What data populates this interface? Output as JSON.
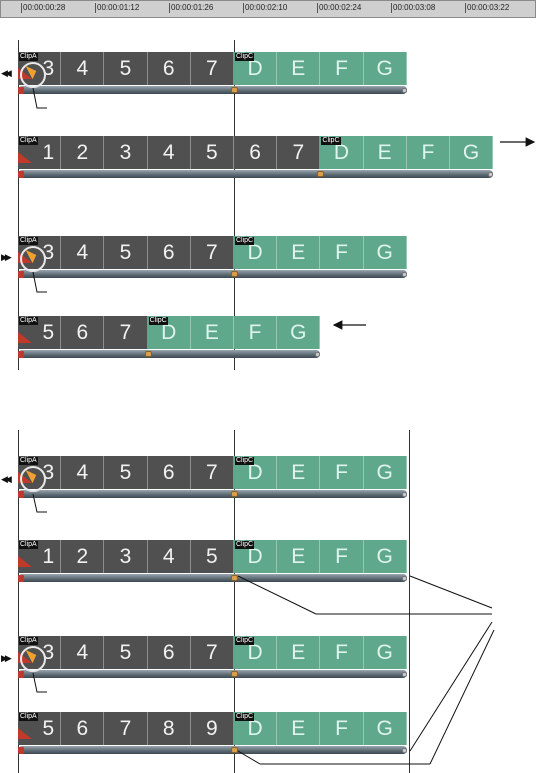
{
  "ruler": {
    "timecodes": [
      "00:00:00:28",
      "00:00:01:12",
      "00:00:01:26",
      "00:00:02:10",
      "00:00:02:24",
      "00:00:03:08",
      "00:00:03:22"
    ]
  },
  "clips": {
    "clip_a": "ClipA",
    "clip_c": "ClipC"
  },
  "tracks": [
    {
      "a": [
        "3",
        "4",
        "5",
        "6",
        "7"
      ],
      "c": [
        "D",
        "E",
        "F",
        "G"
      ]
    },
    {
      "a": [
        "1",
        "2",
        "3",
        "4",
        "5",
        "6",
        "7"
      ],
      "c": [
        "D",
        "E",
        "F",
        "G"
      ]
    },
    {
      "a": [
        "3",
        "4",
        "5",
        "6",
        "7"
      ],
      "c": [
        "D",
        "E",
        "F",
        "G"
      ]
    },
    {
      "a": [
        "5",
        "6",
        "7"
      ],
      "c": [
        "D",
        "E",
        "F",
        "G"
      ]
    },
    {
      "a": [
        "3",
        "4",
        "5",
        "6",
        "7"
      ],
      "c": [
        "D",
        "E",
        "F",
        "G"
      ]
    },
    {
      "a": [
        "1",
        "2",
        "3",
        "4",
        "5"
      ],
      "c": [
        "D",
        "E",
        "F",
        "G"
      ]
    },
    {
      "a": [
        "3",
        "4",
        "5",
        "6",
        "7"
      ],
      "c": [
        "D",
        "E",
        "F",
        "G"
      ]
    },
    {
      "a": [
        "5",
        "6",
        "7",
        "8",
        "9"
      ],
      "c": [
        "D",
        "E",
        "F",
        "G"
      ]
    }
  ],
  "icons": {
    "rewind": "double-left-arrow-icon",
    "forward": "double-right-arrow-icon",
    "right_arrow": "right-arrow-icon",
    "left_arrow": "left-arrow-icon"
  },
  "colors": {
    "clip_a": "#505050",
    "clip_c": "#5fa88c",
    "knob": "#d8a04e",
    "marker": "#c0392b"
  }
}
